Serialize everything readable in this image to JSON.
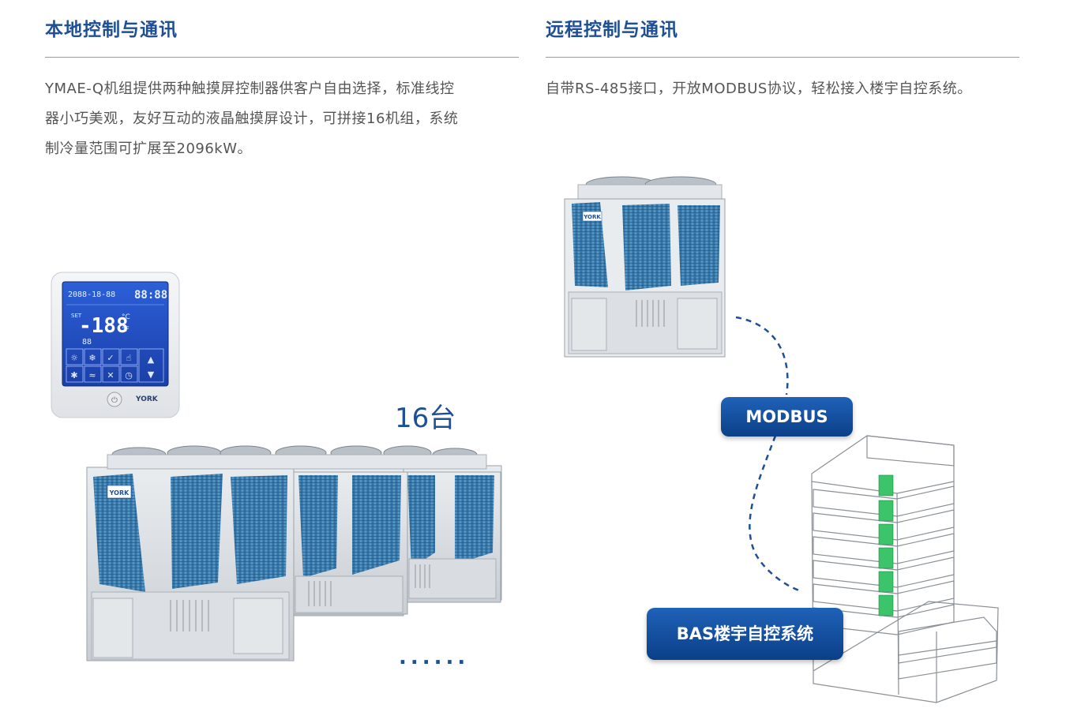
{
  "left": {
    "title": "本地控制与通讯",
    "lines": [
      "YMAE-Q机组提供两种触摸屏控制器供客户自由选择，标准线控",
      "器小巧美观，友好互动的液晶触摸屏设计，可拼接16机组，系统",
      "制冷量范围可扩展至2096kW。"
    ],
    "count_label": "16台",
    "ellipsis": "......",
    "controller": {
      "date": "2088-18-88",
      "time": "88:88",
      "set_label": "SET",
      "big_value": "-188",
      "unit_c": "°C",
      "unit_f": "°F",
      "small_value": "88",
      "brand": "YORK"
    },
    "unit_brand": "YORK"
  },
  "right": {
    "title": "远程控制与通讯",
    "line": "自带RS-485接口，开放MODBUS协议，轻松接入楼宇自控系统。",
    "modbus_label": "MODBUS",
    "bas_label": "BAS楼宇自控系统",
    "unit_brand": "YORK"
  },
  "colors": {
    "title_blue": "#1f4f96",
    "pill_blue": "#0b3f88",
    "coil_blue": "#3f7fb0",
    "building_green": "#3cc46a"
  }
}
